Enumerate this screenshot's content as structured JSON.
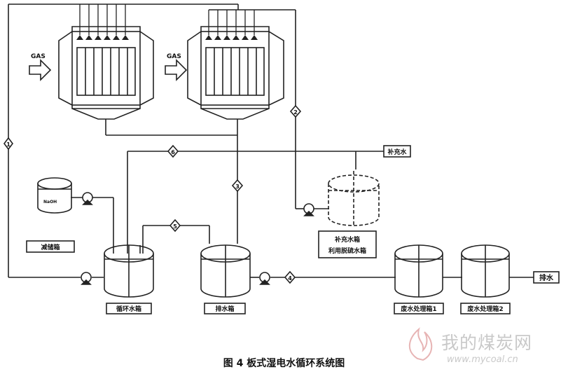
{
  "figure": {
    "caption": "图 4 板式湿电水循环系统图"
  },
  "labels": {
    "gas_1": "GAS",
    "gas_2": "GAS",
    "alkali_tank": "减储箱",
    "alkali_small_text": "NaOH",
    "circulation_tank": "循环水箱",
    "drain_tank": "排水箱",
    "makeup_tank": "补充水箱",
    "makeup_tank_sub": "利用脱硫水箱",
    "wastewater_1": "废水处理箱1",
    "wastewater_2": "废水处理箱2",
    "makeup_water": "补充水",
    "discharge": "排水"
  },
  "markers": {
    "m1": "1",
    "m2": "2",
    "m3": "3",
    "m4": "4",
    "m5": "5",
    "m6": "6"
  },
  "watermark": {
    "site_cn": "我的煤炭网",
    "site_url": "www.mycoal.cn"
  }
}
